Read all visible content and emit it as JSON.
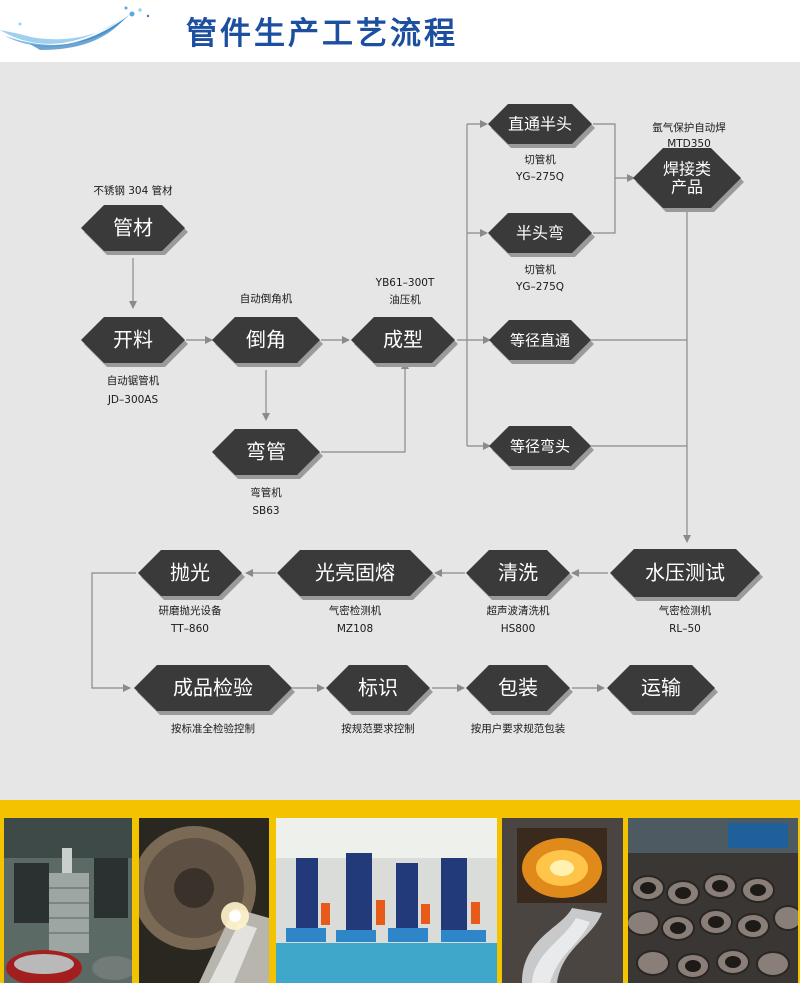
{
  "header": {
    "title": "管件生产工艺流程"
  },
  "colors": {
    "hex_fill": "#3a3a3a",
    "hex_shadow": "#9a9a9a",
    "background": "#e6e6e6",
    "accent_band": "#f3c300",
    "title": "#1c4fa0",
    "line": "#8a8a8a"
  },
  "nodes": {
    "pipe": "管材",
    "cut": "开料",
    "chamfer": "倒角",
    "bend": "弯管",
    "form": "成型",
    "straight_half": "直通半头",
    "elbow_half": "半头弯",
    "welded": [
      "焊接类",
      "产品"
    ],
    "equal_straight": "等径直通",
    "equal_elbow": "等径弯头",
    "pressure_test": "水压测试",
    "cleaning": "清洗",
    "bright_anneal": "光亮固熔",
    "polish": "抛光",
    "final_inspect": "成品检验",
    "marking": "标识",
    "packing": "包装",
    "transport": "运输"
  },
  "annotations": {
    "pipe_material": "不锈钢 304 管材",
    "cut_machine": [
      "自动锯管机",
      "JD–300AS"
    ],
    "chamfer_machine": "自动倒角机",
    "bend_machine": [
      "弯管机",
      "SB63"
    ],
    "press_machine": [
      "YB61–300T",
      "油压机"
    ],
    "cutter_1": [
      "切管机",
      "YG–275Q"
    ],
    "cutter_2": [
      "切管机",
      "YG–275Q"
    ],
    "argon_weld": [
      "氩气保护自动焊",
      "MTD350"
    ],
    "pressure_machine": [
      "气密检测机",
      "RL–50"
    ],
    "cleaning_machine": [
      "超声波清洗机",
      "HS800"
    ],
    "anneal_machine": [
      "气密检测机",
      "MZ108"
    ],
    "polish_machine": [
      "研磨抛光设备",
      "TT–860"
    ],
    "inspect_note": "按标准全检验控制",
    "marking_note": "按规范要求控制",
    "packing_note": "按用户要求规范包装"
  },
  "photos": [
    "saw-cutting-line",
    "polishing-wheel",
    "press-workshop",
    "annealing-furnace",
    "finished-fittings"
  ]
}
